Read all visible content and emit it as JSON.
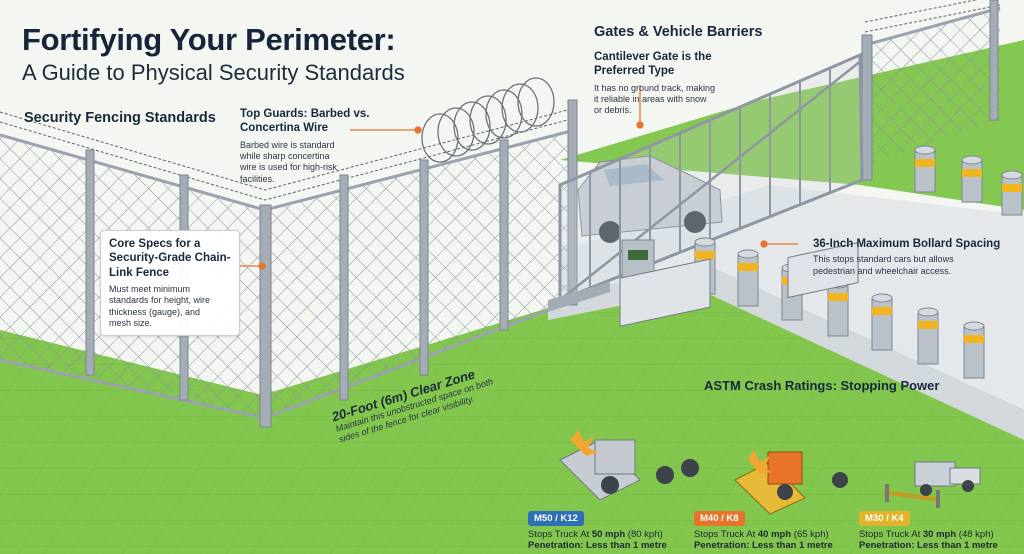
{
  "header": {
    "title": "Fortifying Your Perimeter:",
    "subtitle": "A Guide to Physical Security Standards"
  },
  "sections": {
    "fencing": "Security Fencing Standards",
    "gates": "Gates & Vehicle Barriers",
    "crash": "ASTM Crash Ratings: Stopping Power"
  },
  "callouts": {
    "top_guards": {
      "title_line1": "Top Guards: Barbed vs.",
      "title_line2": "Concertina Wire",
      "body_line1": "Barbed wire is standard",
      "body_line2": "while sharp concertina",
      "body_line3": "wire is used for high-risk",
      "body_line4": "facilities."
    },
    "core_specs": {
      "title_line1": "Core Specs for a",
      "title_line2": "Security-Grade Chain-",
      "title_line3": "Link Fence",
      "body_line1": "Must meet minimum",
      "body_line2": "standards for height, wire",
      "body_line3": "thickness (gauge), and",
      "body_line4": "mesh size."
    },
    "cantilever": {
      "title_line1": "Cantilever Gate is the",
      "title_line2": "Preferred Type",
      "body_line1": "It has no ground track, making",
      "body_line2": "it reliable in areas with snow",
      "body_line3": "or debris."
    },
    "bollard": {
      "title": "36-Inch Maximum Bollard Spacing",
      "body_line1": "This stops standard cars but allows",
      "body_line2": "pedestrian and wheelchair access."
    },
    "clear_zone": {
      "title": "20-Foot (6m) Clear Zone",
      "body_line1": "Maintain this unobstructed space on both",
      "body_line2": "sides of the fence for clear visibility."
    }
  },
  "ratings": [
    {
      "badge": "M50 / K12",
      "speed_prefix": "Stops Truck At ",
      "speed": "50 mph",
      "speed_suffix": " (80 kph)",
      "penetration": "Penetration: Less than 1 metre",
      "color": "#2f6fb5"
    },
    {
      "badge": "M40 / K8",
      "speed_prefix": "Stops Truck At ",
      "speed": "40 mph",
      "speed_suffix": " (65 kph)",
      "penetration": "Penetration: Less than 1 metre",
      "color": "#e8742b"
    },
    {
      "badge": "M30 / K4",
      "speed_prefix": "Stops Truck At ",
      "speed": "30 mph",
      "speed_suffix": " (48 kph)",
      "penetration": "Penetration: Less than 1 metre",
      "color": "#e3b32a"
    }
  ],
  "colors": {
    "grass": "#7cc44a",
    "grass_dark": "#5ea83a",
    "pavement": "#e6e9ec",
    "fence_post": "#9aa3ad",
    "accent_orange": "#e8742b",
    "bollard_band": "#f2b51f"
  }
}
